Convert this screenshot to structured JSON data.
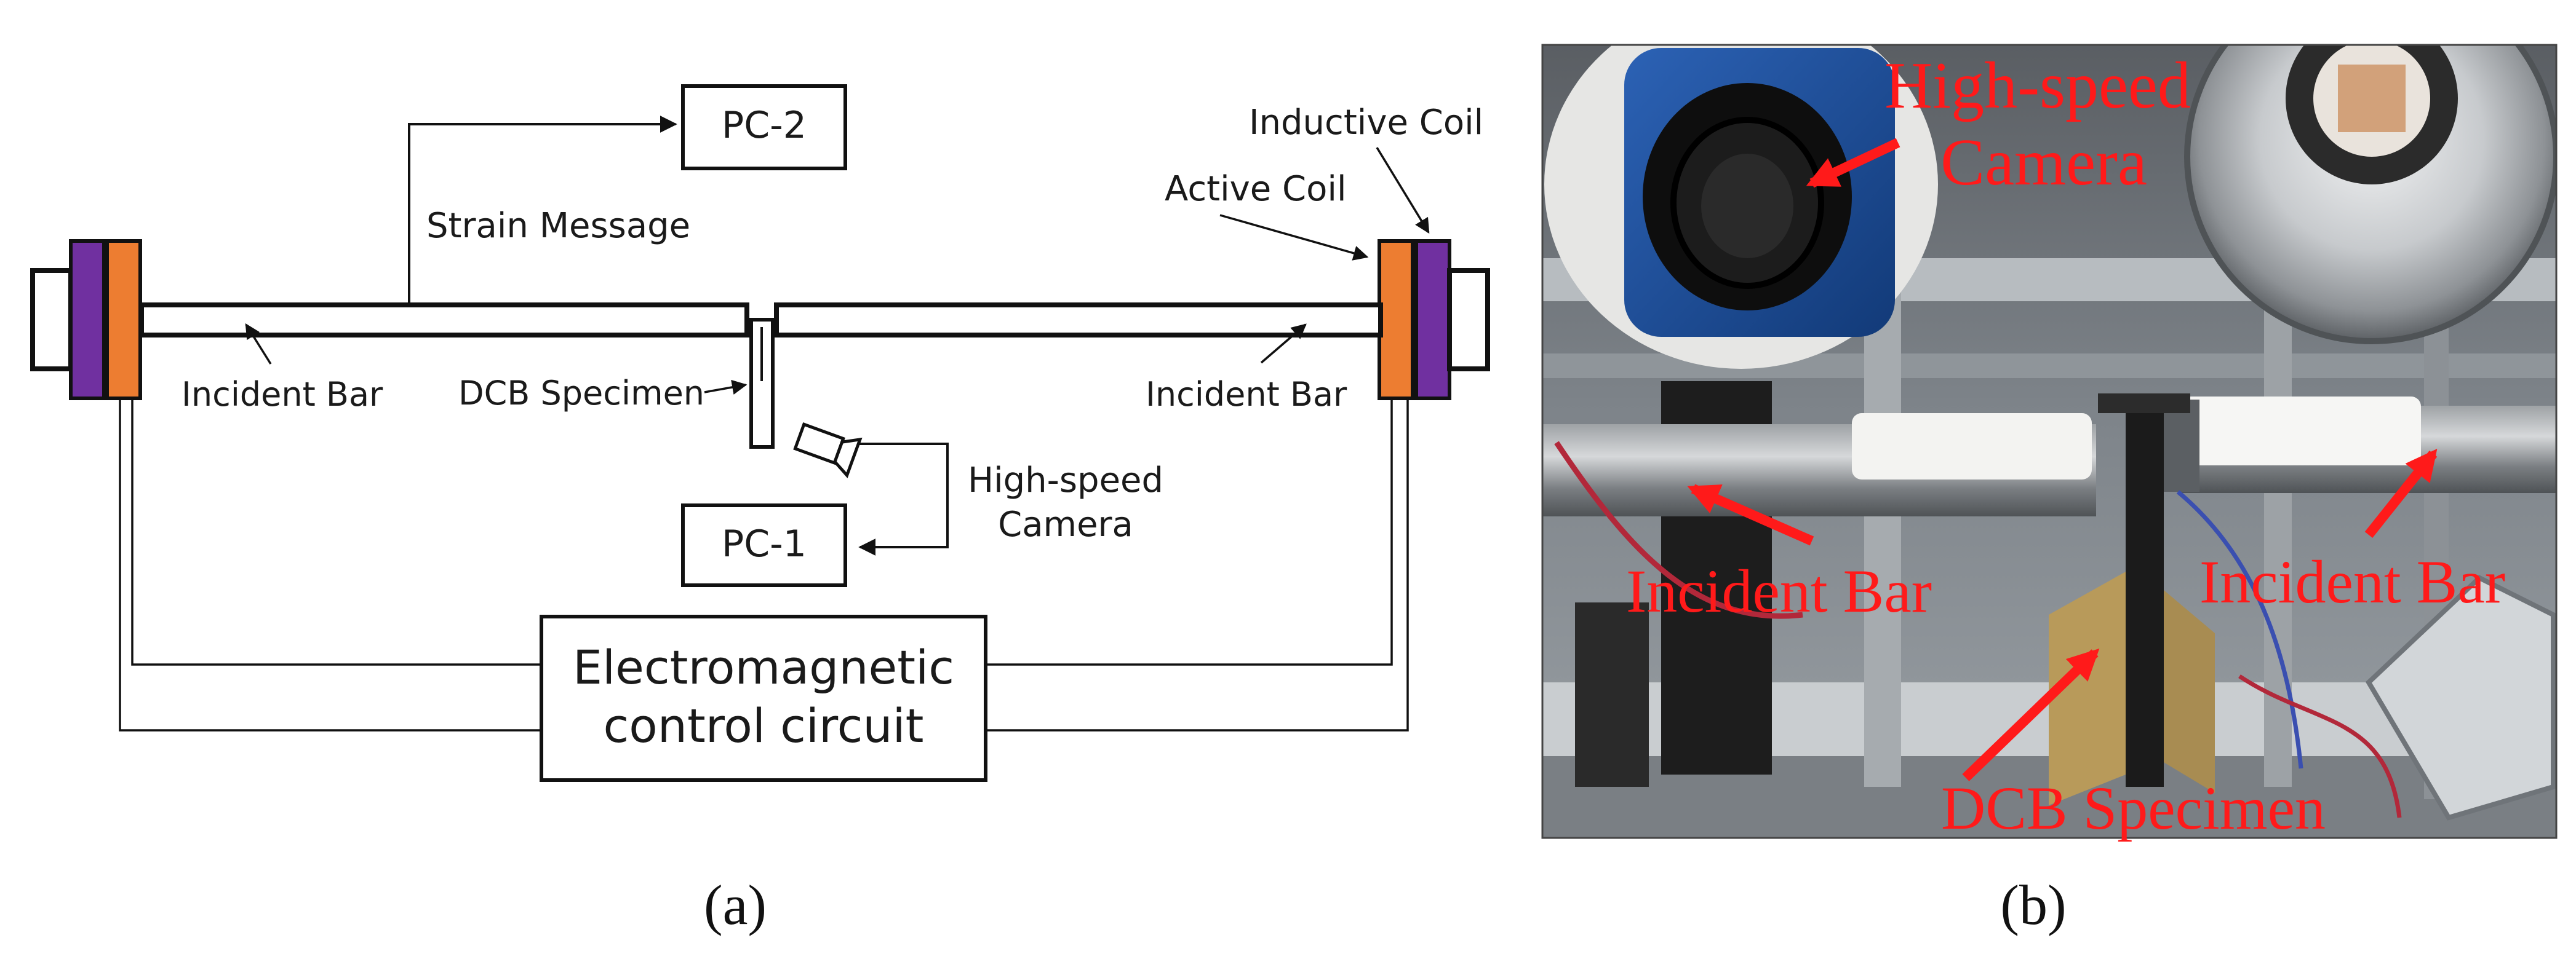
{
  "panel_a": {
    "labels": {
      "pc2": "PC-2",
      "pc1": "PC-1",
      "strain_message": "Strain Message",
      "inductive_coil": "Inductive Coil",
      "active_coil": "Active Coil",
      "incident_bar_left": "Incident Bar",
      "incident_bar_right": "Incident Bar",
      "dcb_specimen": "DCB Specimen",
      "camera_line1": "High-speed",
      "camera_line2": "Camera",
      "circuit_line1": "Electromagnetic",
      "circuit_line2": "control circuit"
    },
    "colors": {
      "inductive_coil": "#7030a0",
      "active_coil": "#ed7d31",
      "line": "#111111"
    },
    "caption": "(a)"
  },
  "panel_b": {
    "labels": {
      "camera_line1": "High-speed",
      "camera_line2": "Camera",
      "incident_bar_left": "Incident Bar",
      "incident_bar_right": "Incident Bar",
      "dcb_specimen": "DCB Specimen"
    },
    "colors": {
      "label": "#ff1a1a",
      "arrow": "#ff1a1a"
    },
    "caption": "(b)"
  }
}
